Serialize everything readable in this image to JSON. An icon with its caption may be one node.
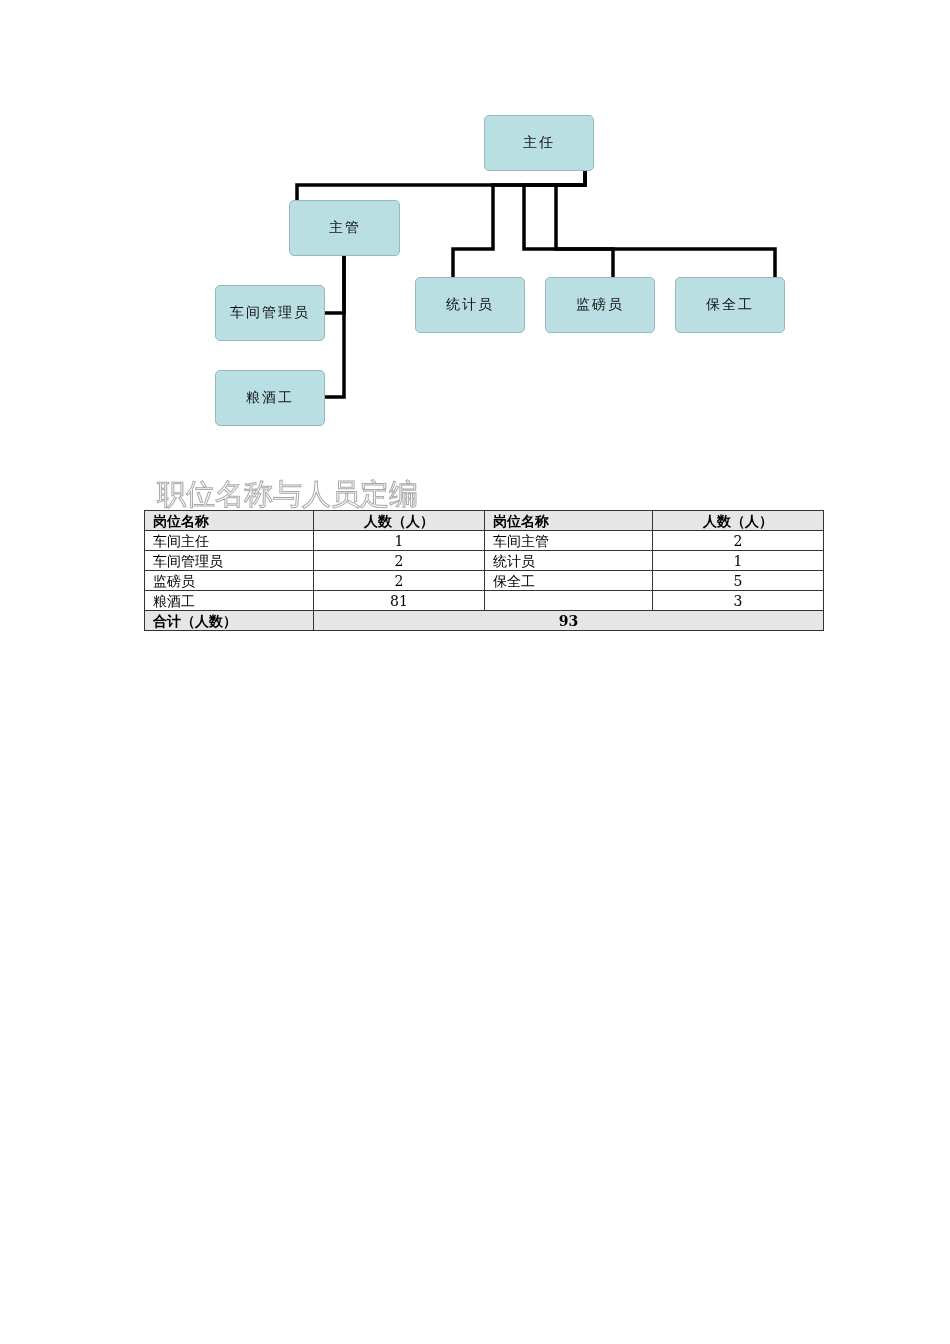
{
  "diagram": {
    "nodes": [
      {
        "text": [
          "主任"
        ]
      },
      {
        "text": [
          "主管"
        ]
      },
      {
        "text": [
          "车间管理员"
        ]
      },
      {
        "text": [
          "粮酒工"
        ]
      },
      {
        "text": [
          "统计员"
        ]
      },
      {
        "text": [
          "监磅员"
        ]
      },
      {
        "text": [
          "保全工"
        ]
      }
    ],
    "edges": [
      {
        "from": 0,
        "to": 1,
        "arrow": "none"
      },
      {
        "from": 0,
        "to": 4,
        "arrow": "none"
      },
      {
        "from": 0,
        "to": 5,
        "arrow": "none"
      },
      {
        "from": 0,
        "to": 6,
        "arrow": "none"
      },
      {
        "from": 1,
        "to": 2,
        "arrow": "none"
      },
      {
        "from": 1,
        "to": 3,
        "arrow": "none"
      }
    ],
    "labels": [
      "职位名称与人员定编",
      "岗位名称",
      "人数（人）",
      "岗位名称",
      "人数（人）",
      "车间主任",
      "1",
      "车间主管",
      "2",
      "车间管理员",
      "2",
      "统计员",
      "1",
      "监磅员",
      "2",
      "保全工",
      "5",
      "粮酒工",
      "81",
      "3",
      "合计（人数）",
      "93"
    ]
  }
}
